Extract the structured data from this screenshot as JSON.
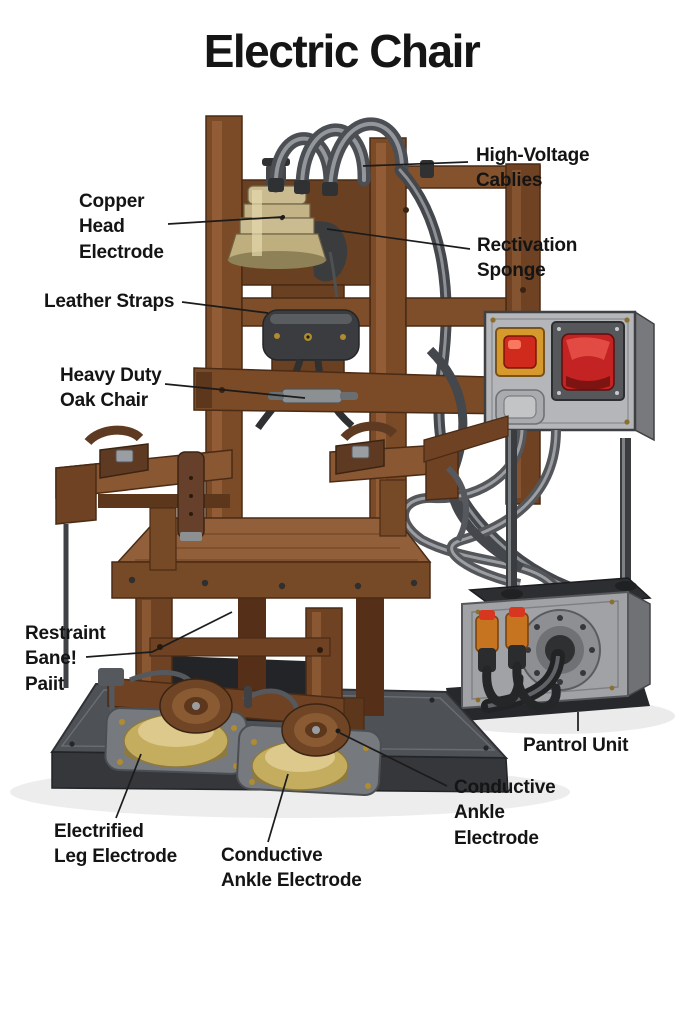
{
  "title": "Electric Chair",
  "labels": {
    "high_voltage_cables": "High-Voltage\nCablies",
    "copper_head_electrode": "Copper\nHead\nElectrode",
    "resuscitation_sponge": "Rectivation\nSponge",
    "leather_straps": "Leather Straps",
    "heavy_duty_oak_chair": "Heavy Duty\nOak Chair",
    "restraint_panel": "Restraint\nƂane!\nPaiit",
    "control_unit": "Pantrol Unit",
    "conductive_ankle_electrode_right": "Conductive\nAnkle\nElectrode",
    "electrified_leg_electrode": "Electrified\nLeg Electrode",
    "conductive_ankle_electrode_bottom": "Conductive\nAnkle Electrode"
  },
  "colors": {
    "wood_mid": "#7b4a26",
    "wood_light": "#96603a",
    "wood_dark": "#5c371c",
    "brass": "#c9b774",
    "metal_light": "#b4b6b9",
    "metal_dark": "#3f4144",
    "platform": "#4e5156",
    "switch_red": "#c32322",
    "button_amber": "#d6992b",
    "leader_line": "#1b1b1b"
  }
}
